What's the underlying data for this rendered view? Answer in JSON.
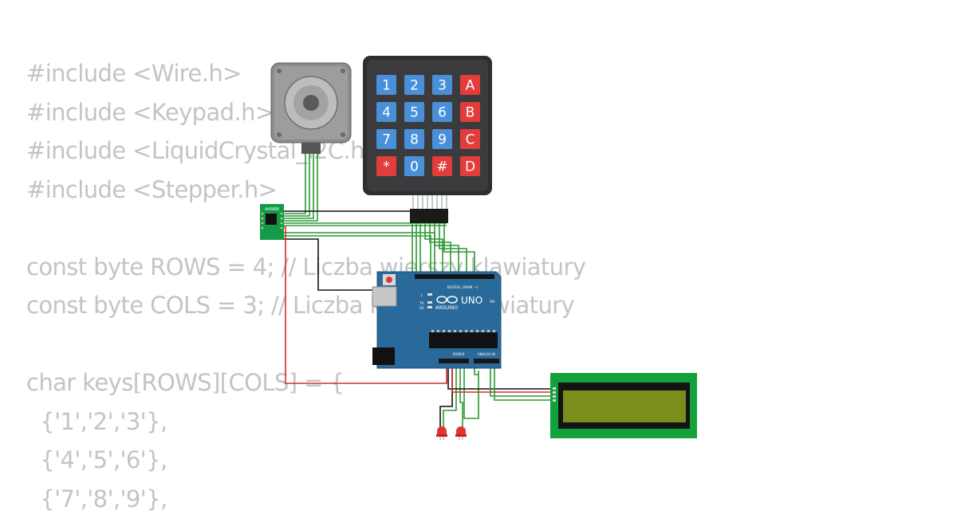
{
  "code_lines": [
    "#include <Wire.h>",
    "#include <Keypad.h>",
    "#include <LiquidCrystal_I2C.h>",
    "#include <Stepper.h>",
    "",
    "const byte ROWS = 4; // Liczba wierszy klawiatury",
    "const byte COLS = 3; // Liczba kolumn klawiatury",
    "",
    "char keys[ROWS][COLS] = {",
    "  {'1','2','3'},",
    "  {'4','5','6'},",
    "  {'7','8','9'},"
  ],
  "keypad": {
    "keys": [
      "1",
      "2",
      "3",
      "A",
      "4",
      "5",
      "6",
      "B",
      "7",
      "8",
      "9",
      "C",
      "*",
      "0",
      "#",
      "D"
    ],
    "blue_color": "#4a90d9",
    "red_color": "#e23c3c"
  },
  "driver": {
    "label": "A4988"
  },
  "arduino": {
    "brand": "ARDUINO",
    "model": "UNO",
    "digital_label": "DIGITAL (PWM ~)",
    "power_label": "POWER",
    "analog_label": "ANALOG IN",
    "led_labels": [
      "L",
      "TX",
      "RX"
    ],
    "on_label": "ON",
    "board_color": "#2a6a9a"
  },
  "lcd": {
    "frame_color": "#12a13b",
    "screen_color": "#7a8e1b"
  },
  "wire_colors": {
    "green": "#2c9a33",
    "black": "#111111",
    "red": "#d62c2c"
  }
}
